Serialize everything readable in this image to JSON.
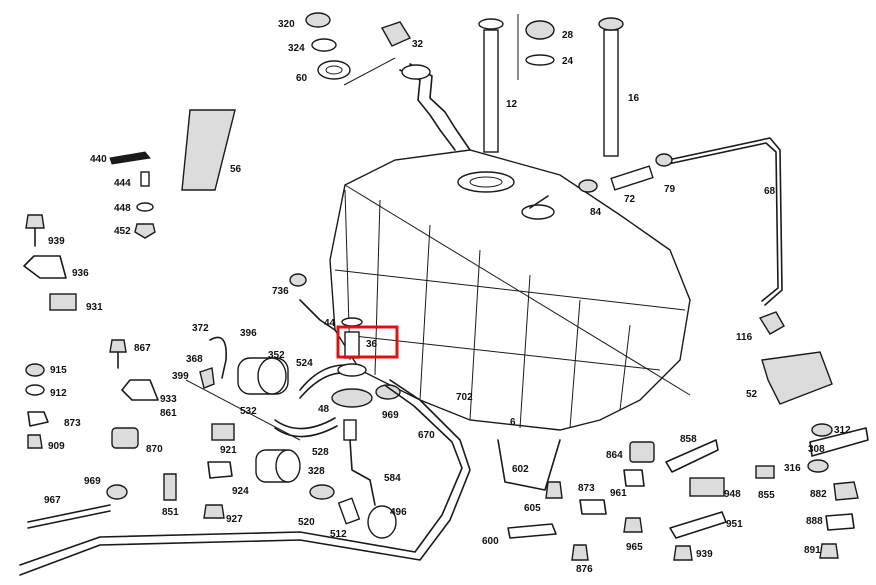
{
  "highlight": {
    "label": "36",
    "color": "#e01010"
  },
  "labels": {
    "l320": "320",
    "l324": "324",
    "l60": "60",
    "l32": "32",
    "l12": "12",
    "l28": "28",
    "l24": "24",
    "l16": "16",
    "l440": "440",
    "l444": "444",
    "l448": "448",
    "l452": "452",
    "l56": "56",
    "l939": "939",
    "l936": "936",
    "l931": "931",
    "l736": "736",
    "l44": "44",
    "l36": "36",
    "l372": "372",
    "l396": "396",
    "l368": "368",
    "l399": "399",
    "l352": "352",
    "l524": "524",
    "l867": "867",
    "l915": "915",
    "l912": "912",
    "l873a": "873",
    "l909": "909",
    "l933": "933",
    "l861": "861",
    "l870": "870",
    "l532": "532",
    "l48": "48",
    "l969a": "969",
    "l702": "702",
    "l6": "6",
    "l670": "670",
    "l921": "921",
    "l328": "328",
    "l528": "528",
    "l584": "584",
    "l969b": "969",
    "l967": "967",
    "l924": "924",
    "l851": "851",
    "l927": "927",
    "l520": "520",
    "l512": "512",
    "l496": "496",
    "l602": "602",
    "l605": "605",
    "l600": "600",
    "l873b": "873",
    "l876": "876",
    "l961": "961",
    "l965": "965",
    "l864": "864",
    "l858": "858",
    "l948": "948",
    "l951": "951",
    "l939b": "939",
    "l855": "855",
    "l312": "312",
    "l308": "308",
    "l316": "316",
    "l882": "882",
    "l888": "888",
    "l891": "891",
    "l52": "52",
    "l116": "116",
    "l68": "68",
    "l79": "79",
    "l72": "72",
    "l84": "84"
  }
}
